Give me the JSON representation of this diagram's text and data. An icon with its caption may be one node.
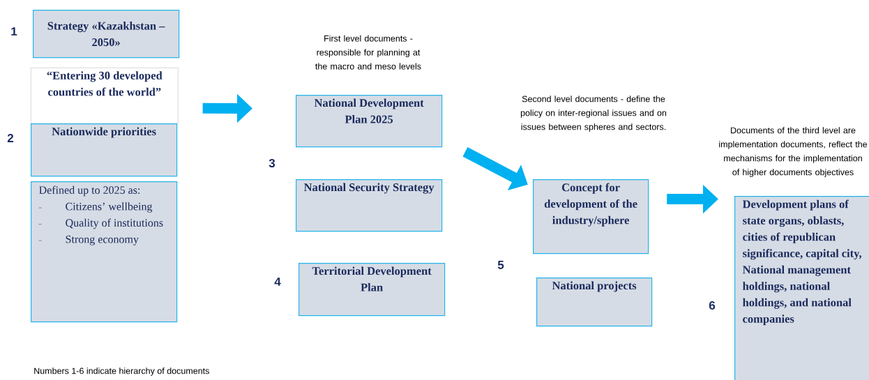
{
  "diagram": {
    "nodes": [
      {
        "text": [
          "Strategy «Kazakhstan – 2050»"
        ]
      },
      {
        "text": [
          "“Entering 30 developed countries of the world”"
        ]
      },
      {
        "text": [
          "Nationwide priorities"
        ]
      },
      {
        "text": [
          "Defined up to 2025 as:",
          "Citizens’ wellbeing",
          "Quality of institutions",
          "Strong economy"
        ]
      },
      {
        "text": [
          "National Development Plan 2025"
        ]
      },
      {
        "text": [
          "National Security Strategy"
        ]
      },
      {
        "text": [
          "Territorial Development Plan"
        ]
      },
      {
        "text": [
          "Concept for development of the industry/sphere"
        ]
      },
      {
        "text": [
          "National projects"
        ]
      },
      {
        "text": [
          "Development plans of state organs, oblasts, cities of republican significance, capital city,",
          "National management holdings, national holdings, and national companies"
        ]
      }
    ],
    "edges": [
      {
        "from": 1,
        "to": 4,
        "arrow": "to"
      },
      {
        "from": 4,
        "to": 7,
        "arrow": "to"
      },
      {
        "from": 7,
        "to": 9,
        "arrow": "to"
      }
    ],
    "labels": [
      "1",
      "First level documents - responsible for planning at the macro and meso levels",
      "2",
      "Second level documents - define the policy on inter-regional issues and on issues between spheres and sectors.",
      "Documents of the third level are implementation documents, reflect the mechanisms for the implementation of higher documents objectives",
      "3",
      "4",
      "5",
      "6",
      "Numbers 1-6 indicate hierarchy of documents"
    ]
  }
}
